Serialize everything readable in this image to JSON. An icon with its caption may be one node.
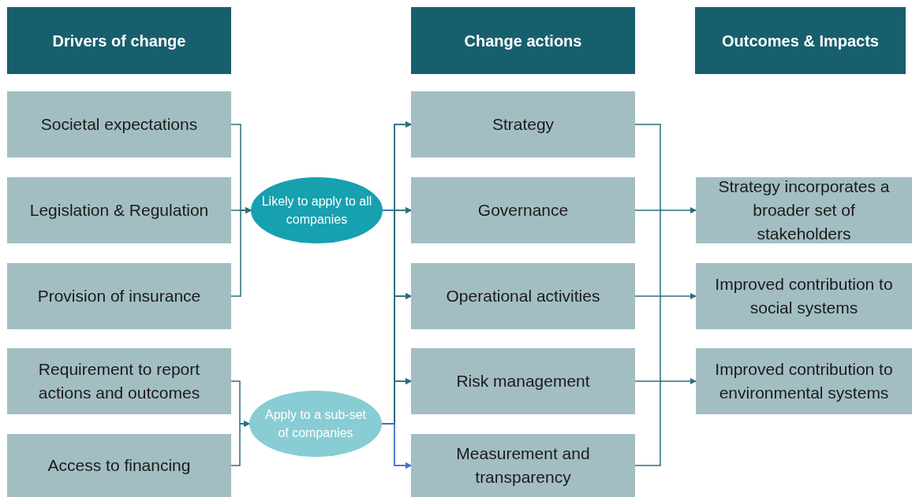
{
  "diagram": {
    "nodes": [
      {
        "text": [
          "Drivers of change"
        ]
      },
      {
        "text": [
          "Change actions"
        ]
      },
      {
        "text": [
          "Outcomes & Impacts"
        ]
      },
      {
        "text": [
          "Societal expectations"
        ]
      },
      {
        "text": [
          "Legislation & Regulation"
        ]
      },
      {
        "text": [
          "Provision of insurance"
        ]
      },
      {
        "text": [
          "Requirement to report actions and outcomes"
        ]
      },
      {
        "text": [
          "Access to financing"
        ]
      },
      {
        "text": [
          "Likely to apply to all companies"
        ]
      },
      {
        "text": [
          "Apply to a sub-set of companies"
        ]
      },
      {
        "text": [
          "Strategy"
        ]
      },
      {
        "text": [
          "Governance"
        ]
      },
      {
        "text": [
          "Operational activities"
        ]
      },
      {
        "text": [
          "Risk management"
        ]
      },
      {
        "text": [
          "Measurement and transparency"
        ]
      },
      {
        "text": [
          "Strategy incorporates a broader set of stakeholders"
        ]
      },
      {
        "text": [
          "Improved contribution to social systems"
        ]
      },
      {
        "text": [
          "Improved contribution to environmental systems"
        ]
      }
    ],
    "edges": [
      {
        "from": 3,
        "to": 8,
        "arrow": "to"
      },
      {
        "from": 4,
        "to": 8,
        "arrow": "to"
      },
      {
        "from": 5,
        "to": 8,
        "arrow": "to"
      },
      {
        "from": 6,
        "to": 9,
        "arrow": "to"
      },
      {
        "from": 7,
        "to": 9,
        "arrow": "to"
      },
      {
        "from": 8,
        "to": 10,
        "arrow": "to"
      },
      {
        "from": 8,
        "to": 11,
        "arrow": "to"
      },
      {
        "from": 8,
        "to": 12,
        "arrow": "to"
      },
      {
        "from": 8,
        "to": 13,
        "arrow": "to"
      },
      {
        "from": 8,
        "to": 14,
        "arrow": "to",
        "color": "#4a72c8"
      },
      {
        "from": 9,
        "to": 10,
        "arrow": "to"
      },
      {
        "from": 9,
        "to": 11,
        "arrow": "to"
      },
      {
        "from": 9,
        "to": 12,
        "arrow": "to"
      },
      {
        "from": 9,
        "to": 13,
        "arrow": "to"
      },
      {
        "from": 9,
        "to": 14,
        "arrow": "to",
        "color": "#4a72c8"
      },
      {
        "from": 11,
        "to": 15,
        "arrow": "to"
      },
      {
        "from": 12,
        "to": 16,
        "arrow": "to"
      },
      {
        "from": 13,
        "to": 17,
        "arrow": "to"
      },
      {
        "from": 10,
        "to": 14,
        "arrow": "none"
      }
    ]
  }
}
